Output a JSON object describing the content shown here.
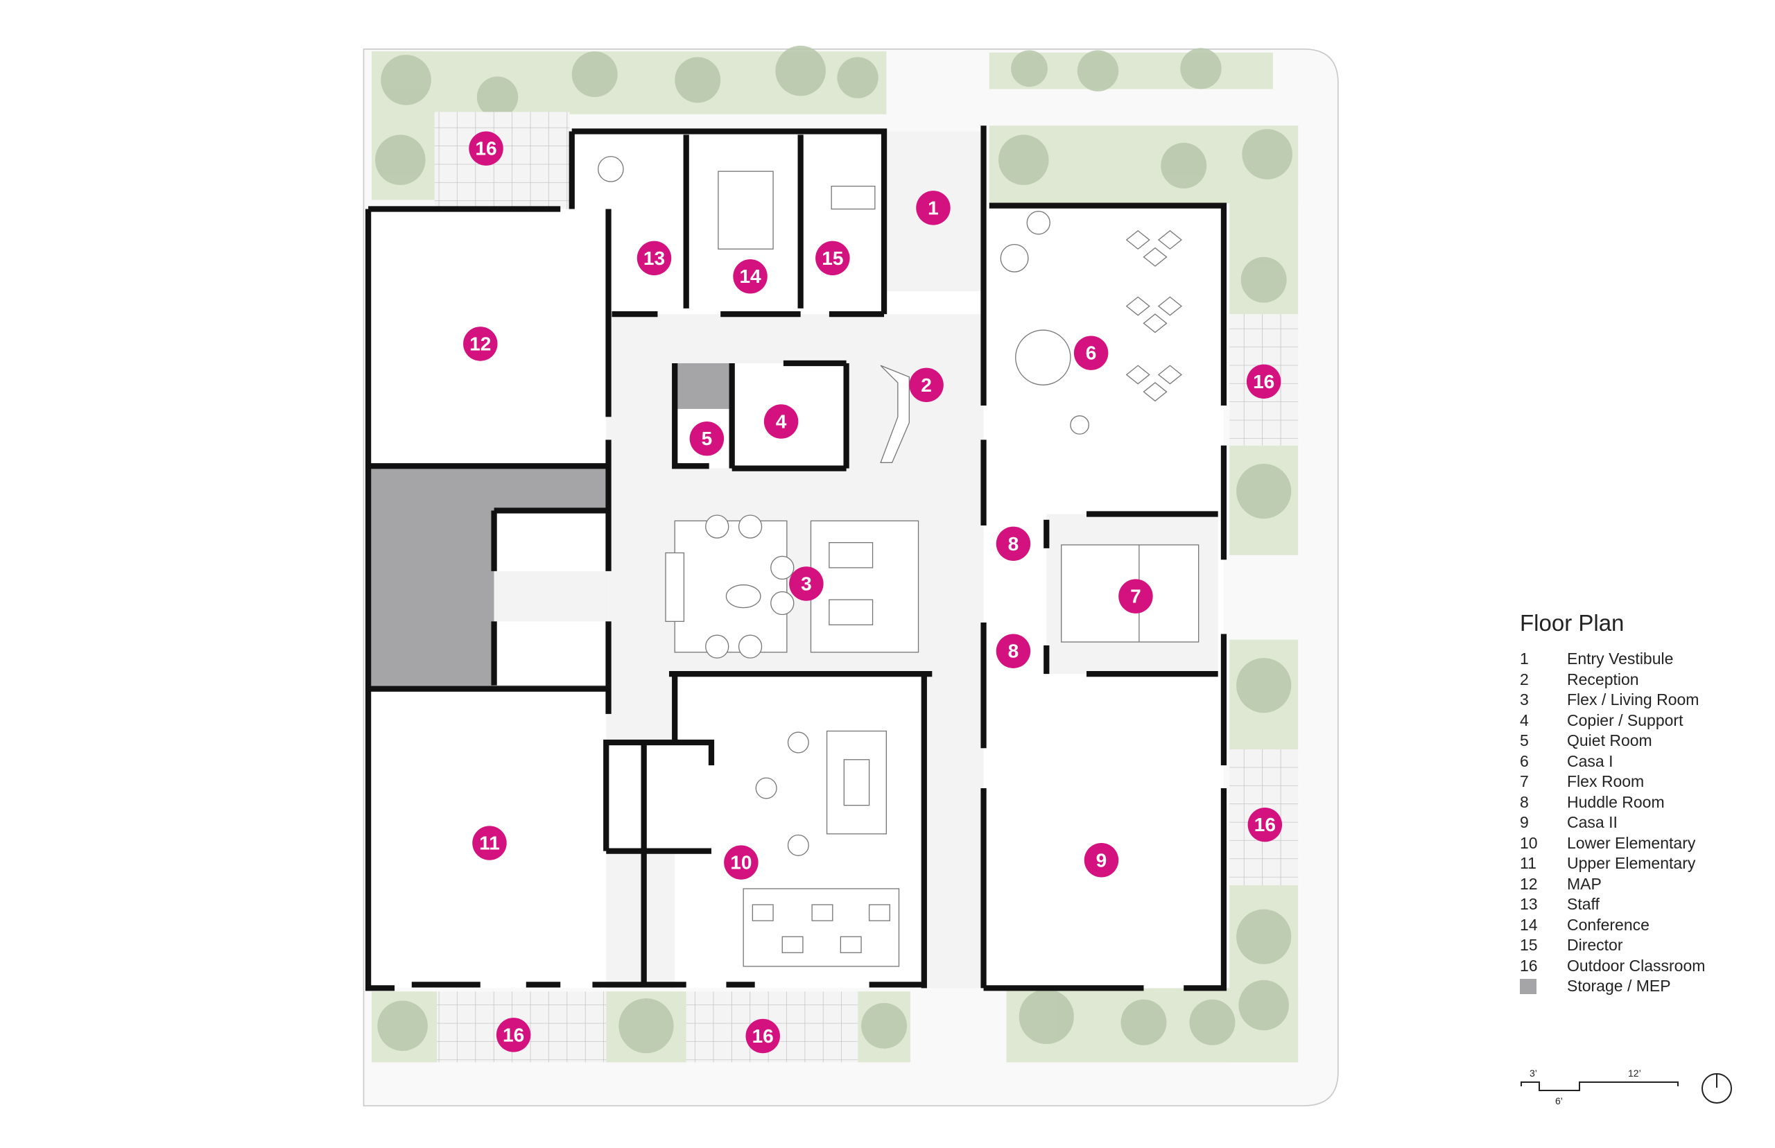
{
  "legend": {
    "title": "Floor Plan",
    "items": [
      {
        "num": "1",
        "label": "Entry Vestibule"
      },
      {
        "num": "2",
        "label": "Reception"
      },
      {
        "num": "3",
        "label": "Flex / Living Room"
      },
      {
        "num": "4",
        "label": "Copier / Support"
      },
      {
        "num": "5",
        "label": "Quiet Room"
      },
      {
        "num": "6",
        "label": "Casa I"
      },
      {
        "num": "7",
        "label": "Flex Room"
      },
      {
        "num": "8",
        "label": "Huddle Room"
      },
      {
        "num": "9",
        "label": "Casa II"
      },
      {
        "num": "10",
        "label": "Lower Elementary"
      },
      {
        "num": "11",
        "label": "Upper Elementary"
      },
      {
        "num": "12",
        "label": "MAP"
      },
      {
        "num": "13",
        "label": "Staff"
      },
      {
        "num": "14",
        "label": "Conference"
      },
      {
        "num": "15",
        "label": "Director"
      },
      {
        "num": "16",
        "label": "Outdoor Classroom"
      }
    ],
    "storage_label": "Storage / MEP"
  },
  "scale_bar": {
    "label_3": "3’",
    "label_6": "6’",
    "label_12": "12’"
  },
  "markers": {
    "m1": "1",
    "m2": "2",
    "m3": "3",
    "m4": "4",
    "m5": "5",
    "m6": "6",
    "m7": "7",
    "m8a": "8",
    "m8b": "8",
    "m9": "9",
    "m10": "10",
    "m11": "11",
    "m12": "12",
    "m13": "13",
    "m14": "14",
    "m15": "15",
    "m16a": "16",
    "m16b": "16",
    "m16c": "16",
    "m16d": "16",
    "m16e": "16"
  },
  "colors": {
    "marker": "#d4127f",
    "storage": "#a5a5a7",
    "landscape": "#dfe8d3",
    "tree": "#b8c8ab",
    "corridor": "#f3f3f3"
  }
}
